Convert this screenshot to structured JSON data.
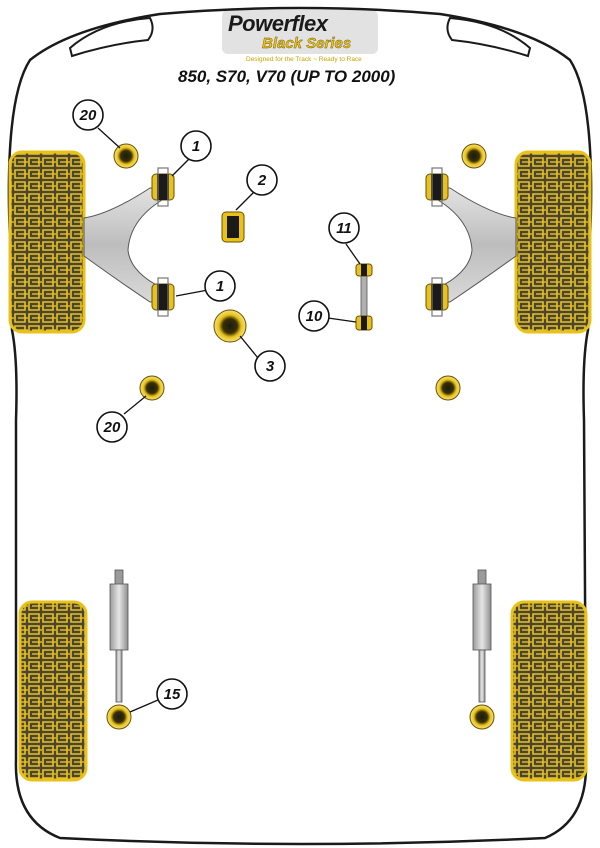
{
  "brand": {
    "name": "Powerflex",
    "series": "Black Series",
    "tagline": "Designed for the Track ~ Ready to Race"
  },
  "title": "850, S70, V70 (UP TO 2000)",
  "callouts": [
    {
      "id": "c20a",
      "label": "20"
    },
    {
      "id": "c1a",
      "label": "1"
    },
    {
      "id": "c2",
      "label": "2"
    },
    {
      "id": "c11",
      "label": "11"
    },
    {
      "id": "c1b",
      "label": "1"
    },
    {
      "id": "c10",
      "label": "10"
    },
    {
      "id": "c3",
      "label": "3"
    },
    {
      "id": "c20b",
      "label": "20"
    },
    {
      "id": "c15",
      "label": "15"
    }
  ],
  "colors": {
    "bushing": "#e8c21a",
    "bushing_dark": "#1a1a1a",
    "tyre_fill": "#4a4536",
    "tyre_tread": "#e8c21a",
    "body_outline": "#1a1a1a",
    "arm_gray": "#c8c8c8"
  }
}
